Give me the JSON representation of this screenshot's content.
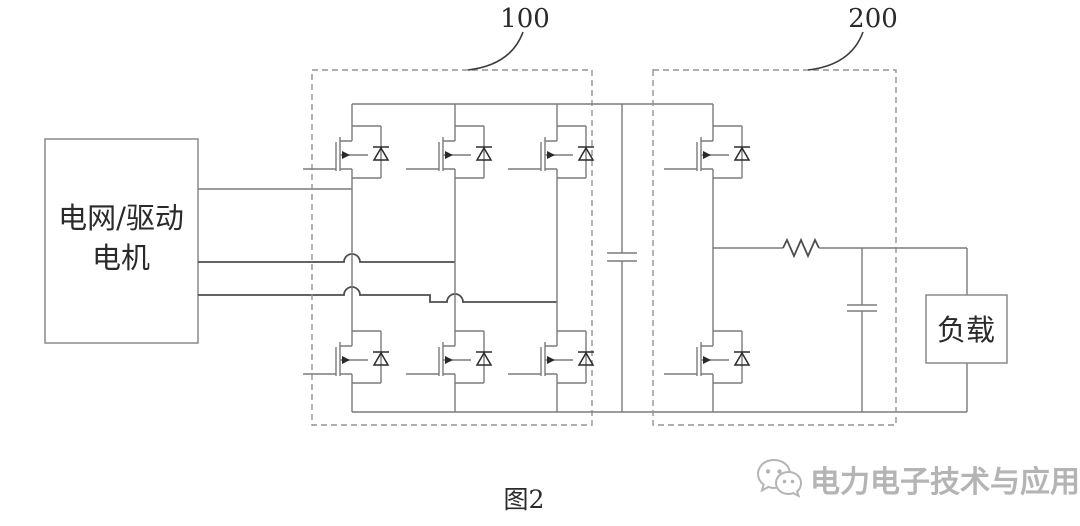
{
  "colors": {
    "wire": "#7b7b7b",
    "wire_dark": "#4d4d4d",
    "outline": "#8a8a8a",
    "dashed": "#939393",
    "ink": "#2a2a2a",
    "watermark": "#b4b4b4",
    "bg": "#ffffff"
  },
  "diagram": {
    "source_box": {
      "line1": "电网/驱动",
      "line2": "电机"
    },
    "block_100": {
      "ref_label": "100"
    },
    "block_200": {
      "ref_label": "200"
    },
    "load_box": {
      "label": "负载"
    },
    "caption": "图2"
  },
  "watermark": {
    "text": "电力电子技术与应用",
    "icon": "wechat-icon"
  }
}
